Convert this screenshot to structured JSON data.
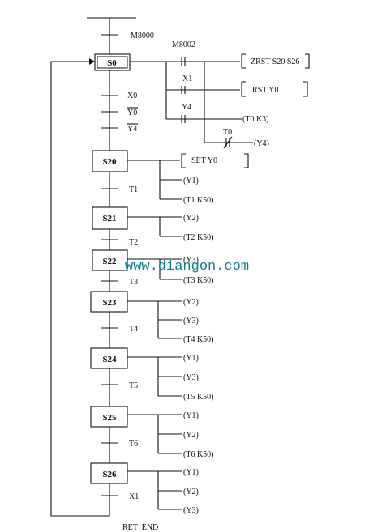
{
  "labels": {
    "m8000": "M8000",
    "m8002": "M8002",
    "x1_contact": "X1",
    "y4_contact": "Y4",
    "t0_contact": "T0",
    "x0": "X0",
    "y0_bar": "Y0",
    "y4_bar": "Y4",
    "t1": "T1",
    "t2": "T2",
    "t3": "T3",
    "t4": "T4",
    "t5": "T5",
    "t6": "T6",
    "x1_trans": "X1",
    "ret_end": "RET  END",
    "watermark": "www.diangon.com"
  },
  "steps": {
    "s0": "S0",
    "s20": "S20",
    "s21": "S21",
    "s22": "S22",
    "s23": "S23",
    "s24": "S24",
    "s25": "S25",
    "s26": "S26"
  },
  "init_outputs": {
    "zrst": "ZRST  S20  S26",
    "rst": "RST       Y0",
    "t0_coil": "(T0    K3)",
    "y4_coil": "(Y4)"
  },
  "actions": {
    "s20": [
      "SET        Y0",
      "(Y1)",
      "(T1    K50)"
    ],
    "s21": [
      "(Y2)",
      "(T2    K50)"
    ],
    "s22": [
      "(Y3)",
      "(T3    K50)"
    ],
    "s23": [
      "(Y2)",
      "(Y3)",
      "(T4    K50)"
    ],
    "s24": [
      "(Y1)",
      "(Y3)",
      "(T5    K50)"
    ],
    "s25": [
      "(Y1)",
      "(Y2)",
      "(T6    K50)"
    ],
    "s26": [
      "(Y1)",
      "(Y2)",
      "(Y3)"
    ]
  }
}
